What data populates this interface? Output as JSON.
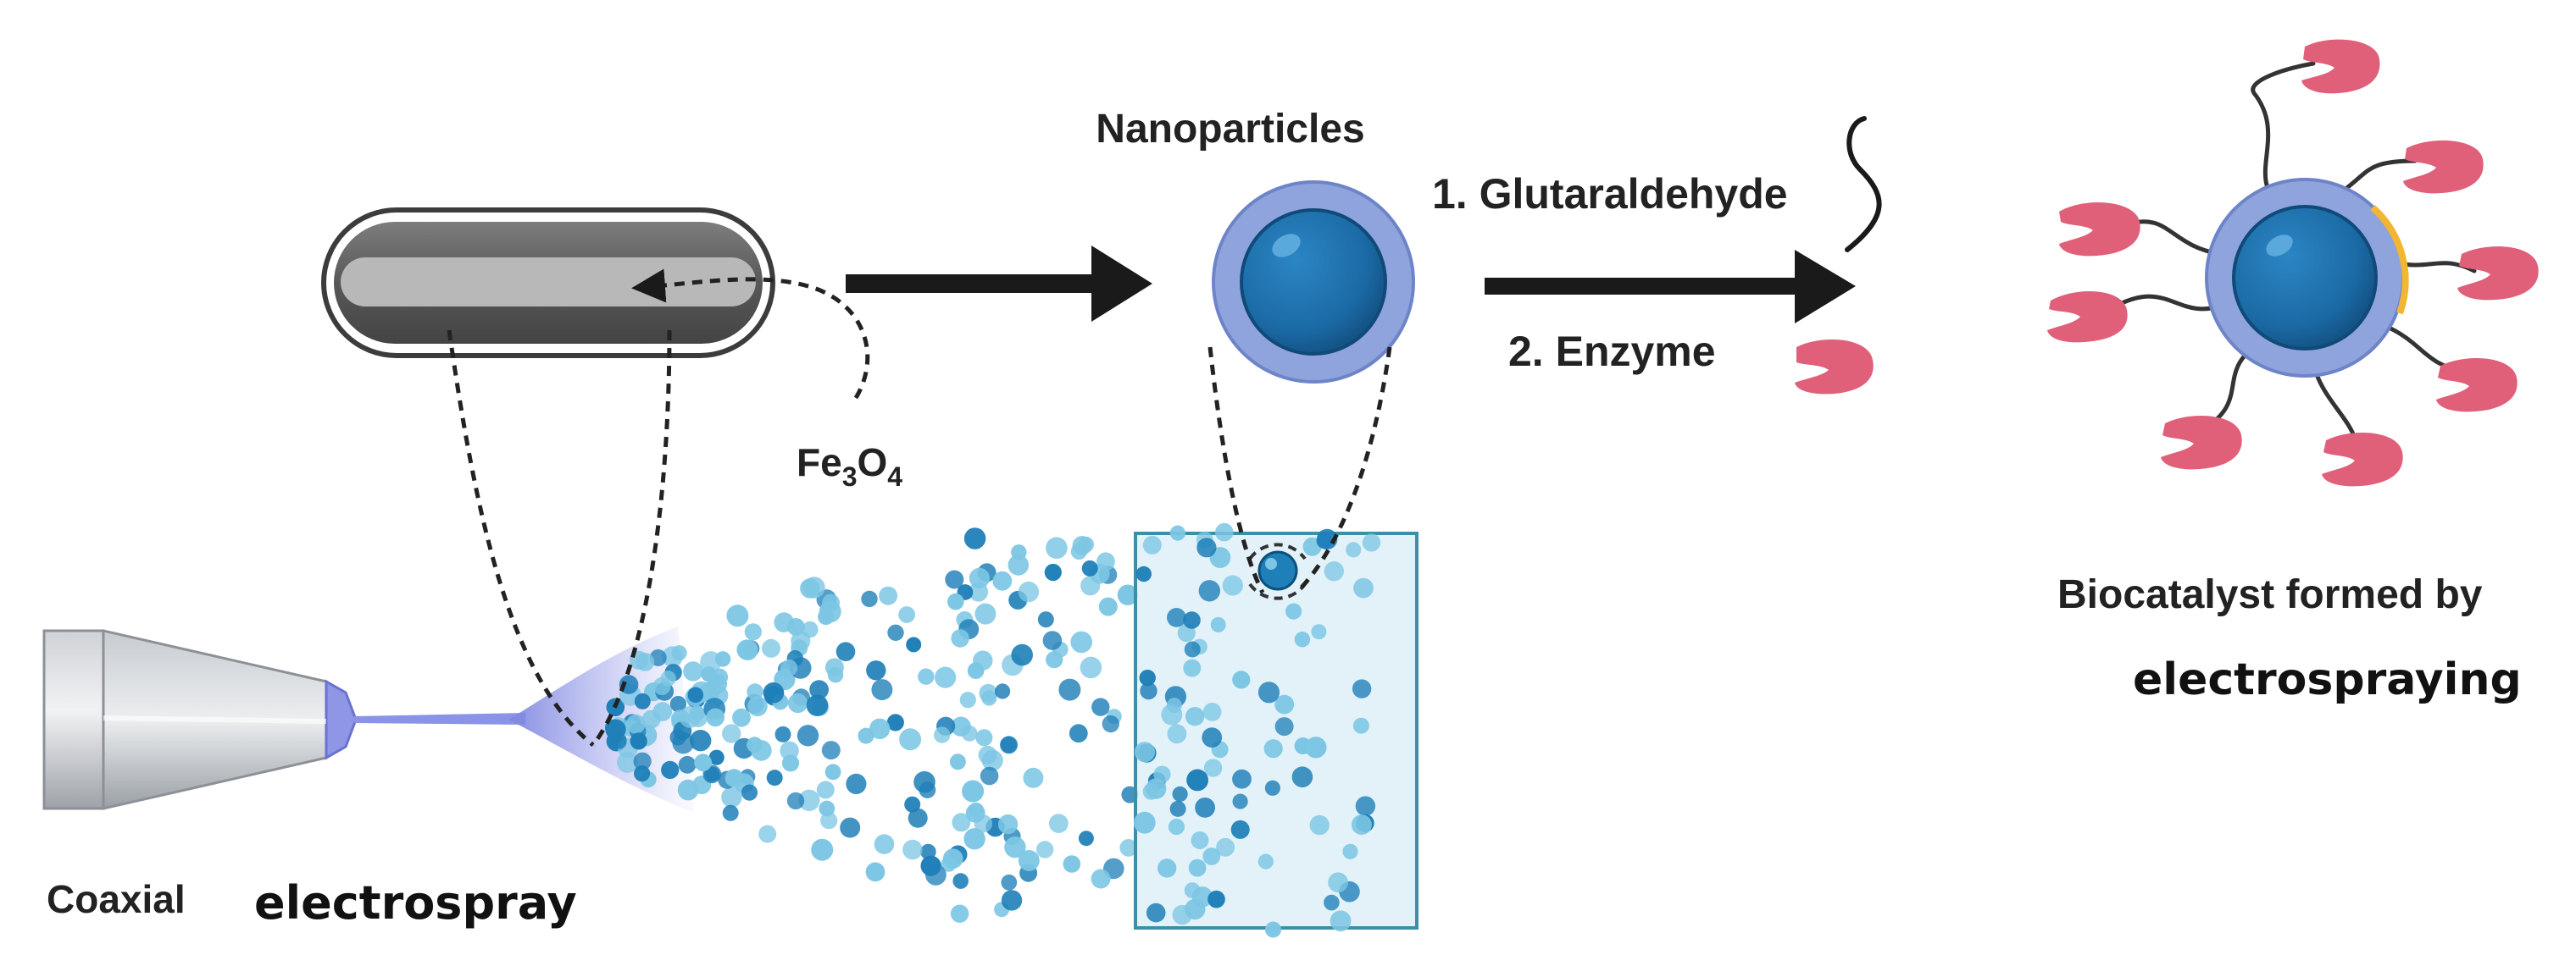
{
  "labels": {
    "nanoparticles": "Nanoparticles",
    "step1": "1. Glutaraldehyde",
    "step2": "2. Enzyme",
    "fe3o4_main": "Fe",
    "fe3o4_sub3": "3",
    "fe3o4_o": "O",
    "fe3o4_sub4": "4",
    "biocatalyst_line1": "Biocatalyst formed by",
    "biocatalyst_line2": "electrospraying",
    "coaxial": "Coaxial",
    "electrospray": "electrospray"
  },
  "colors": {
    "core_blue": "#1b6aa5",
    "shell_purple": "#8fa3dc",
    "enzyme_pink": "#e0607a",
    "arrow_black": "#1a1a1a",
    "collector_fill": "#d8eef6",
    "collector_stroke": "#3d8fa8",
    "particle_light": "#7cc6e4",
    "particle_dark": "#1f7fb8",
    "spray_violet": "#8a93e8",
    "linker_yellow": "#f2b632"
  },
  "icons": {
    "needle": "coaxial-needle-icon",
    "fiber": "core-shell-fiber-icon",
    "nanoparticle": "core-shell-nanoparticle-icon",
    "linker": "glutaraldehyde-linker-icon",
    "enzyme": "enzyme-icon",
    "biocatalyst": "enzyme-functionalized-nanoparticle-icon",
    "collector": "collector-plate-icon"
  }
}
